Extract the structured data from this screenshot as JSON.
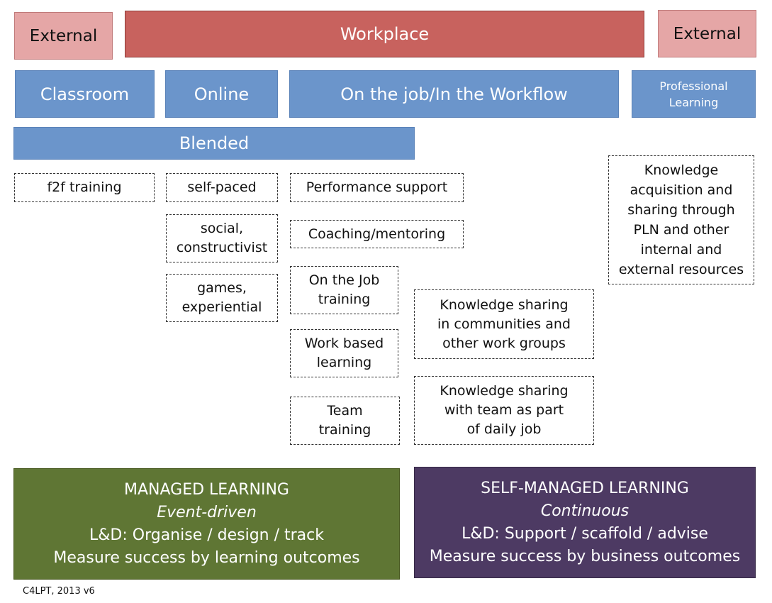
{
  "top": {
    "external_left": "External",
    "workplace": "Workplace",
    "external_right": "External"
  },
  "modes": {
    "classroom": "Classroom",
    "online": "Online",
    "on_the_job": "On the job/In the Workflow",
    "professional_learning": [
      "Professional",
      "Learning"
    ],
    "blended": "Blended"
  },
  "activities": {
    "f2f_training": "f2f training",
    "self_paced": "self-paced",
    "social_constructivist": [
      "social,",
      "constructivist"
    ],
    "games_experiential": [
      "games,",
      "experiential"
    ],
    "performance_support": "Performance support",
    "coaching_mentoring": "Coaching/mentoring",
    "on_the_job_training": [
      "On the Job",
      "training"
    ],
    "work_based_learning": [
      "Work based",
      "learning"
    ],
    "team_training": [
      "Team",
      "training"
    ],
    "knowledge_sharing_communities": [
      "Knowledge sharing",
      "in communities and",
      "other work groups"
    ],
    "knowledge_sharing_team": [
      "Knowledge sharing",
      "with team as part",
      "of daily job"
    ],
    "knowledge_acquisition_pln": [
      "Knowledge",
      "acquisition and",
      "sharing through",
      "PLN and other",
      "internal and",
      "external resources"
    ]
  },
  "managed_learning": {
    "title": "MANAGED LEARNING",
    "subtitle": "Event-driven",
    "role": "L&D: Organise / design / track",
    "measure": "Measure success by learning outcomes"
  },
  "self_managed_learning": {
    "title": "SELF-MANAGED LEARNING",
    "subtitle": "Continuous",
    "role": "L&D: Support  / scaffold / advise",
    "measure": "Measure success by business outcomes"
  },
  "footer": "C4LPT, 2013 v6",
  "colors": {
    "external": "#e5a6a6",
    "workplace": "#c8625e",
    "mode_blue": "#6b95cb",
    "managed_green": "#5f7634",
    "self_managed_purple": "#4d3a63"
  }
}
